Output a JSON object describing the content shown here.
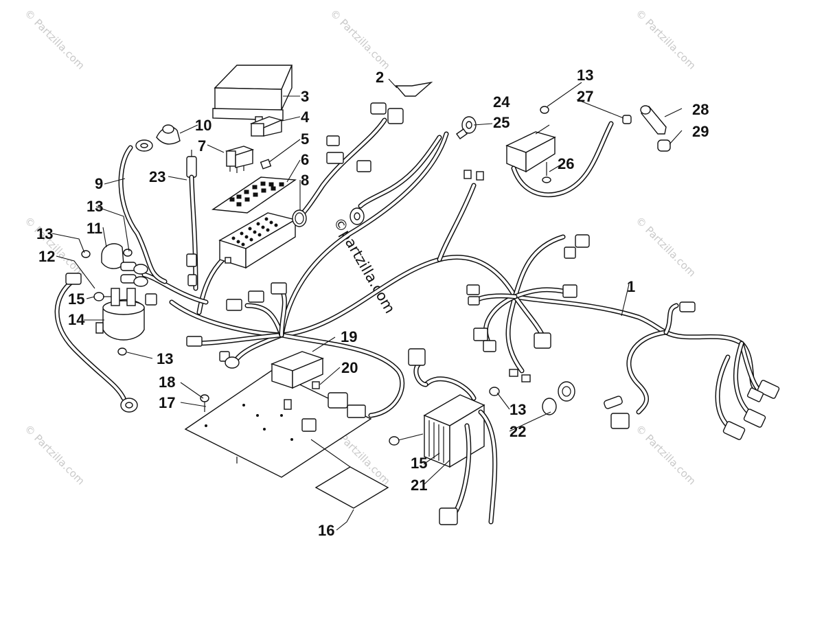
{
  "watermark": {
    "text": "© Partzilla.com",
    "center_text": "©partzilla.com"
  },
  "callouts": [
    {
      "id": "c1",
      "label": "1"
    },
    {
      "id": "c2",
      "label": "2"
    },
    {
      "id": "c3",
      "label": "3"
    },
    {
      "id": "c4",
      "label": "4"
    },
    {
      "id": "c5",
      "label": "5"
    },
    {
      "id": "c6",
      "label": "6"
    },
    {
      "id": "c7",
      "label": "7"
    },
    {
      "id": "c8",
      "label": "8"
    },
    {
      "id": "c9",
      "label": "9"
    },
    {
      "id": "c10",
      "label": "10"
    },
    {
      "id": "c11",
      "label": "11"
    },
    {
      "id": "c12",
      "label": "12"
    },
    {
      "id": "c13a",
      "label": "13"
    },
    {
      "id": "c13b",
      "label": "13"
    },
    {
      "id": "c13c",
      "label": "13"
    },
    {
      "id": "c13d",
      "label": "13"
    },
    {
      "id": "c13e",
      "label": "13"
    },
    {
      "id": "c14",
      "label": "14"
    },
    {
      "id": "c15a",
      "label": "15"
    },
    {
      "id": "c15b",
      "label": "15"
    },
    {
      "id": "c16",
      "label": "16"
    },
    {
      "id": "c17",
      "label": "17"
    },
    {
      "id": "c18",
      "label": "18"
    },
    {
      "id": "c19",
      "label": "19"
    },
    {
      "id": "c20",
      "label": "20"
    },
    {
      "id": "c21",
      "label": "21"
    },
    {
      "id": "c22",
      "label": "22"
    },
    {
      "id": "c23",
      "label": "23"
    },
    {
      "id": "c24",
      "label": "24"
    },
    {
      "id": "c25",
      "label": "25"
    },
    {
      "id": "c26",
      "label": "26"
    },
    {
      "id": "c27",
      "label": "27"
    },
    {
      "id": "c28",
      "label": "28"
    },
    {
      "id": "c29",
      "label": "29"
    }
  ]
}
